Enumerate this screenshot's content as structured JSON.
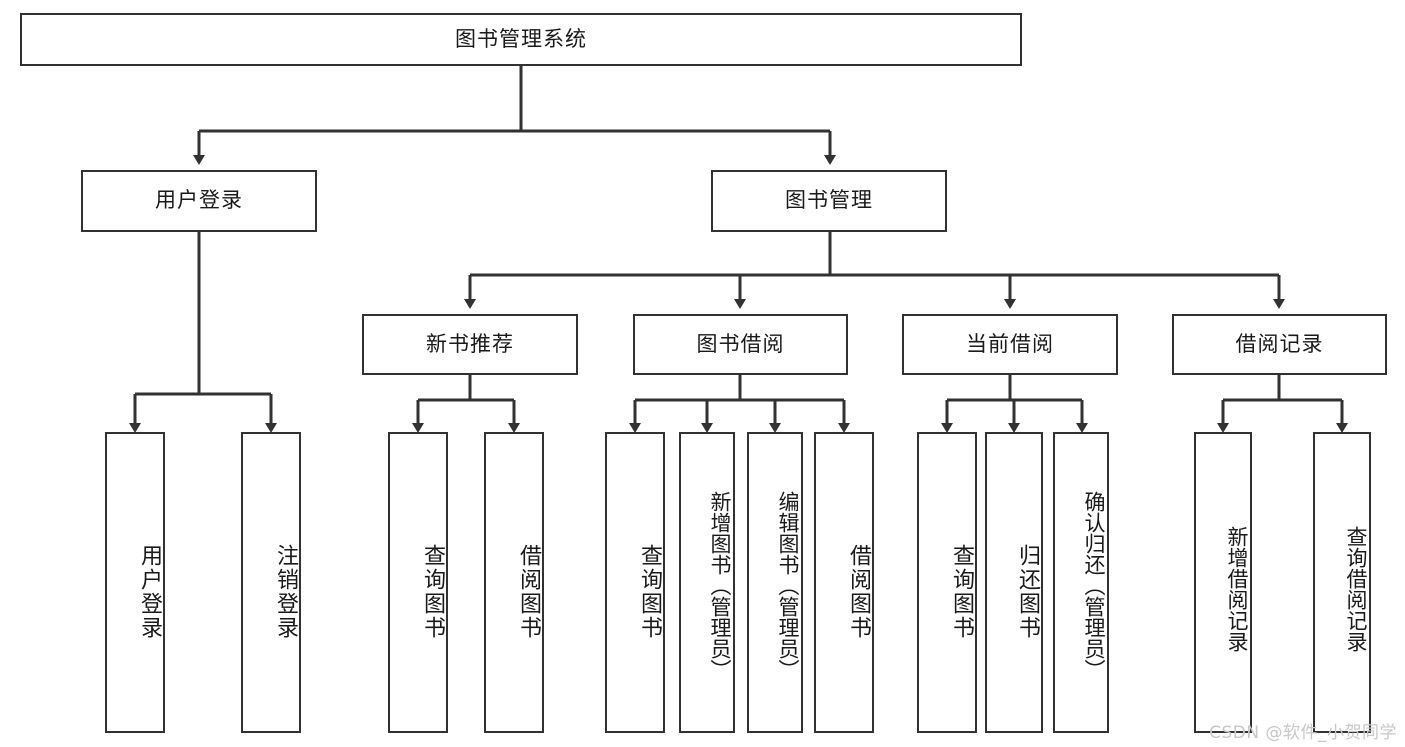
{
  "diagram": {
    "type": "tree",
    "title_node": "图书管理系统",
    "watermark": "CSDN @软件_小贺同学",
    "colors": {
      "stroke": "#323232",
      "fill": "#ffffff",
      "text": "#1a1a1a",
      "watermark": "#c8c8c8"
    },
    "levels": {
      "root": {
        "label": "图书管理系统"
      },
      "level2": [
        {
          "label": "用户登录"
        },
        {
          "label": "图书管理"
        }
      ],
      "level3": [
        {
          "label": "新书推荐"
        },
        {
          "label": "图书借阅"
        },
        {
          "label": "当前借阅"
        },
        {
          "label": "借阅记录"
        }
      ],
      "leaves": [
        {
          "label": "用户登录",
          "parent": "用户登录"
        },
        {
          "label": "注销登录",
          "parent": "用户登录"
        },
        {
          "label": "查询图书",
          "parent": "新书推荐"
        },
        {
          "label": "借阅图书",
          "parent": "新书推荐"
        },
        {
          "label": "查询图书",
          "parent": "图书借阅"
        },
        {
          "label": "新增图书（管理员）",
          "parent": "图书借阅"
        },
        {
          "label": "编辑图书（管理员）",
          "parent": "图书借阅"
        },
        {
          "label": "借阅图书",
          "parent": "图书借阅"
        },
        {
          "label": "查询图书",
          "parent": "当前借阅"
        },
        {
          "label": "归还图书",
          "parent": "当前借阅"
        },
        {
          "label": "确认归还（管理员）",
          "parent": "当前借阅"
        },
        {
          "label": "新增借阅记录",
          "parent": "借阅记录"
        },
        {
          "label": "查询借阅记录",
          "parent": "借阅记录"
        }
      ]
    }
  }
}
